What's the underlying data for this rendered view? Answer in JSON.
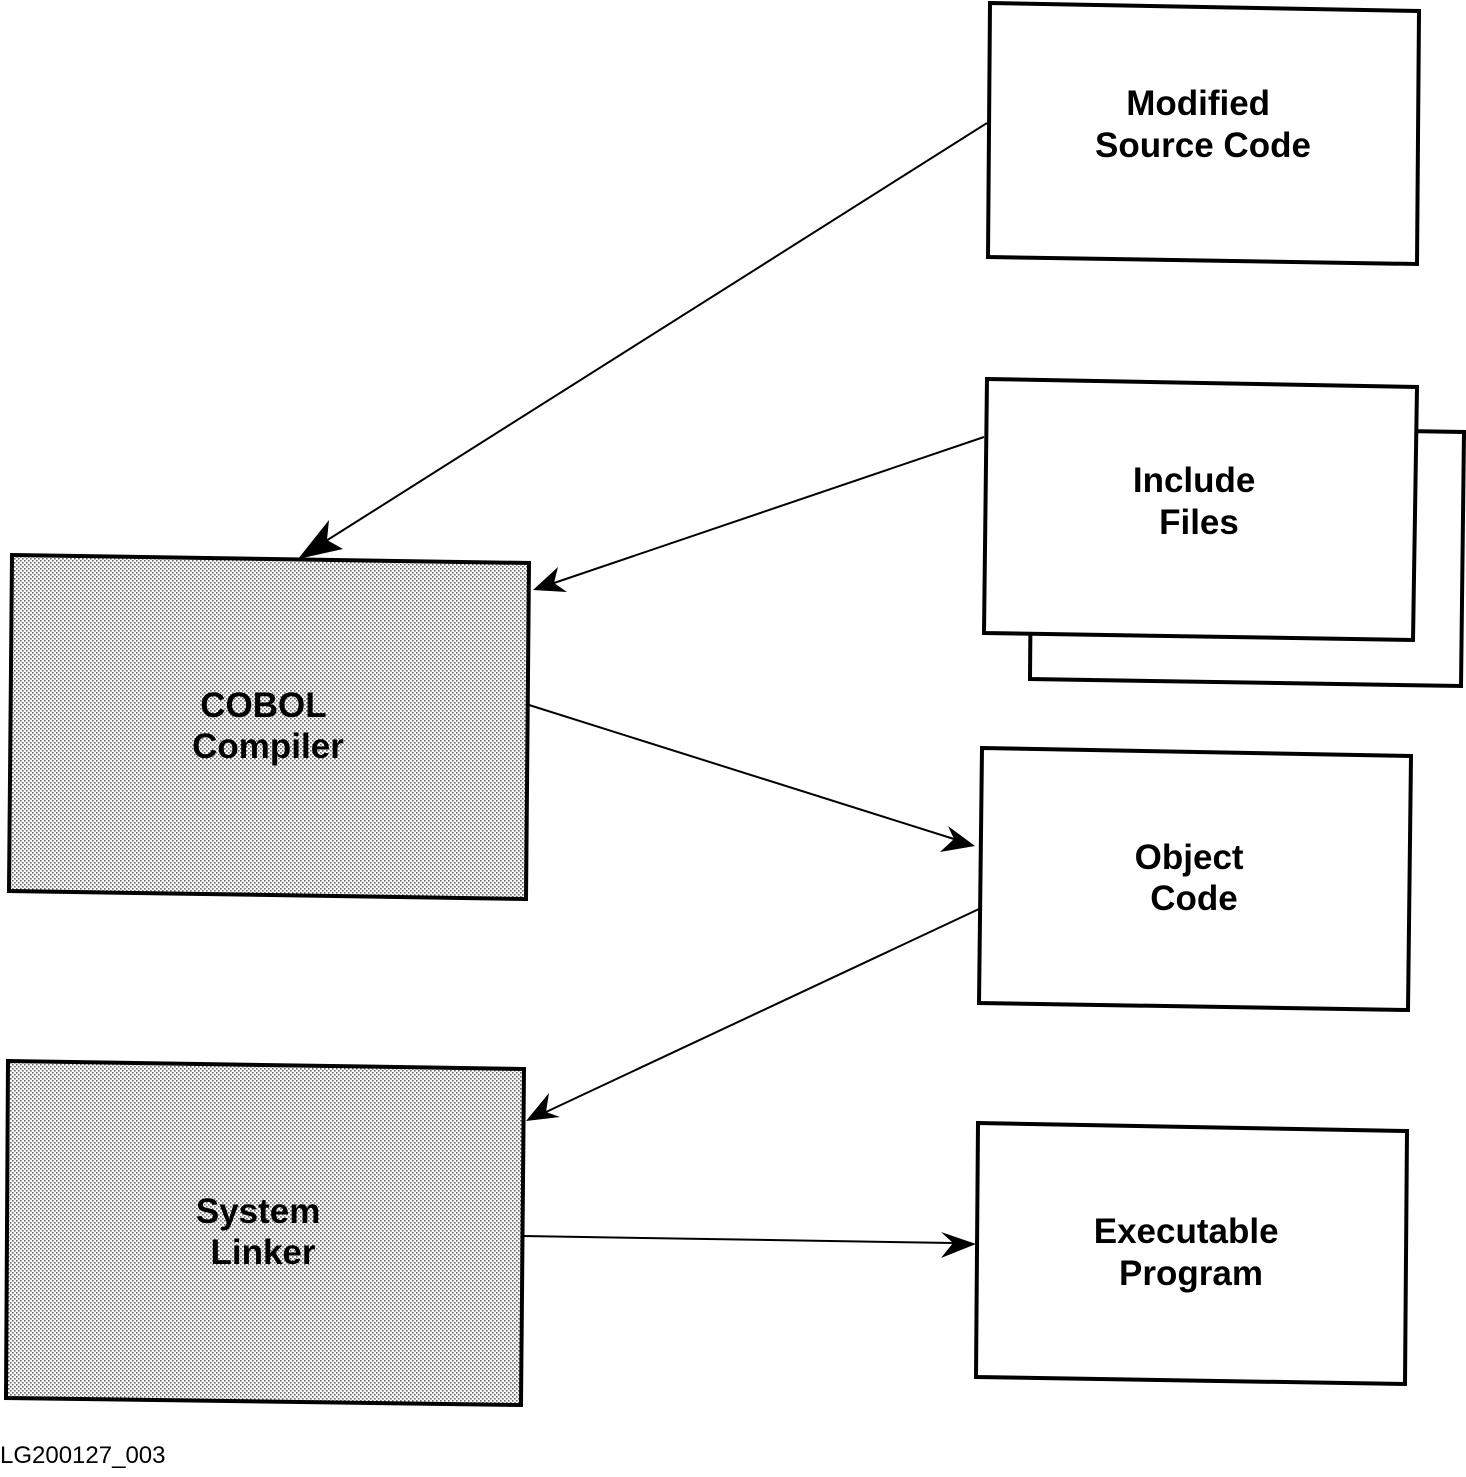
{
  "diagram": {
    "nodes": {
      "modified_source": {
        "line1": "Modified",
        "line2": "Source Code",
        "fill": "none"
      },
      "include_files": {
        "line1": "Include",
        "line2": "Files",
        "fill": "none"
      },
      "cobol_compiler": {
        "line1": "COBOL",
        "line2": "Compiler",
        "fill": "stipple"
      },
      "object_code": {
        "line1": "Object",
        "line2": "Code",
        "fill": "none"
      },
      "system_linker": {
        "line1": "System",
        "line2": "Linker",
        "fill": "stipple"
      },
      "executable": {
        "line1": "Executable",
        "line2": "Program",
        "fill": "none"
      }
    },
    "edges": [
      {
        "from": "modified_source",
        "to": "cobol_compiler"
      },
      {
        "from": "include_files",
        "to": "cobol_compiler"
      },
      {
        "from": "cobol_compiler",
        "to": "object_code"
      },
      {
        "from": "object_code",
        "to": "system_linker"
      },
      {
        "from": "system_linker",
        "to": "executable"
      }
    ]
  },
  "figure_id": "LG200127_003",
  "colors": {
    "stroke": "#000000",
    "background": "#ffffff",
    "stipple_dot": "#6a6a6a"
  }
}
